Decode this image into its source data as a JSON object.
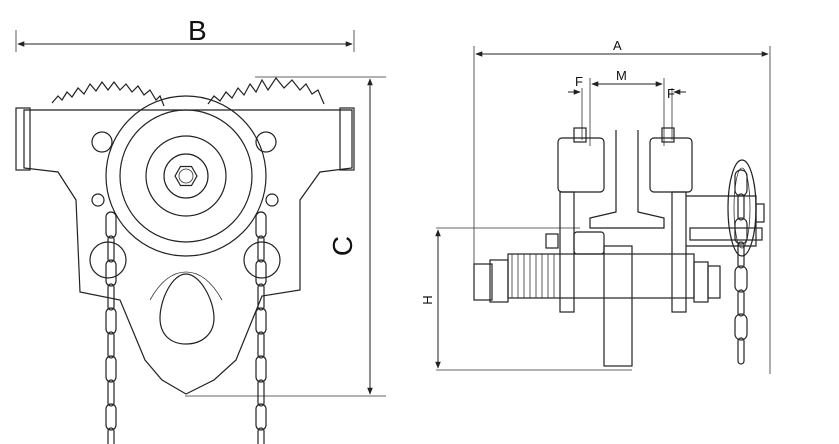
{
  "left_view": {
    "labels": {
      "width": "B",
      "height": "C"
    }
  },
  "right_view": {
    "labels": {
      "overall_width": "A",
      "flange_left": "F",
      "beam_span": "M",
      "flange_right": "F",
      "height": "H"
    }
  }
}
